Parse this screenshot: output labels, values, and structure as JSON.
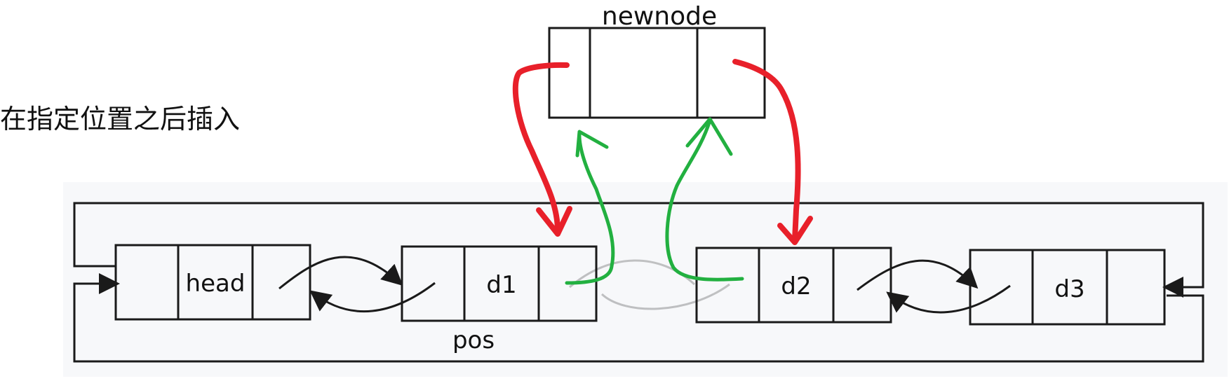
{
  "diagram": {
    "title": "在指定位置之后插入",
    "newnode_label": "newnode",
    "nodes": [
      {
        "id": "head",
        "label": "head"
      },
      {
        "id": "d1",
        "label": "d1"
      },
      {
        "id": "d2",
        "label": "d2"
      },
      {
        "id": "d3",
        "label": "d3"
      }
    ],
    "pos_label": "pos"
  },
  "colors": {
    "red_links": "#e8202a",
    "green_links": "#22b040",
    "panel_background": "#f7f8fa",
    "line": "#1a1a1a"
  }
}
